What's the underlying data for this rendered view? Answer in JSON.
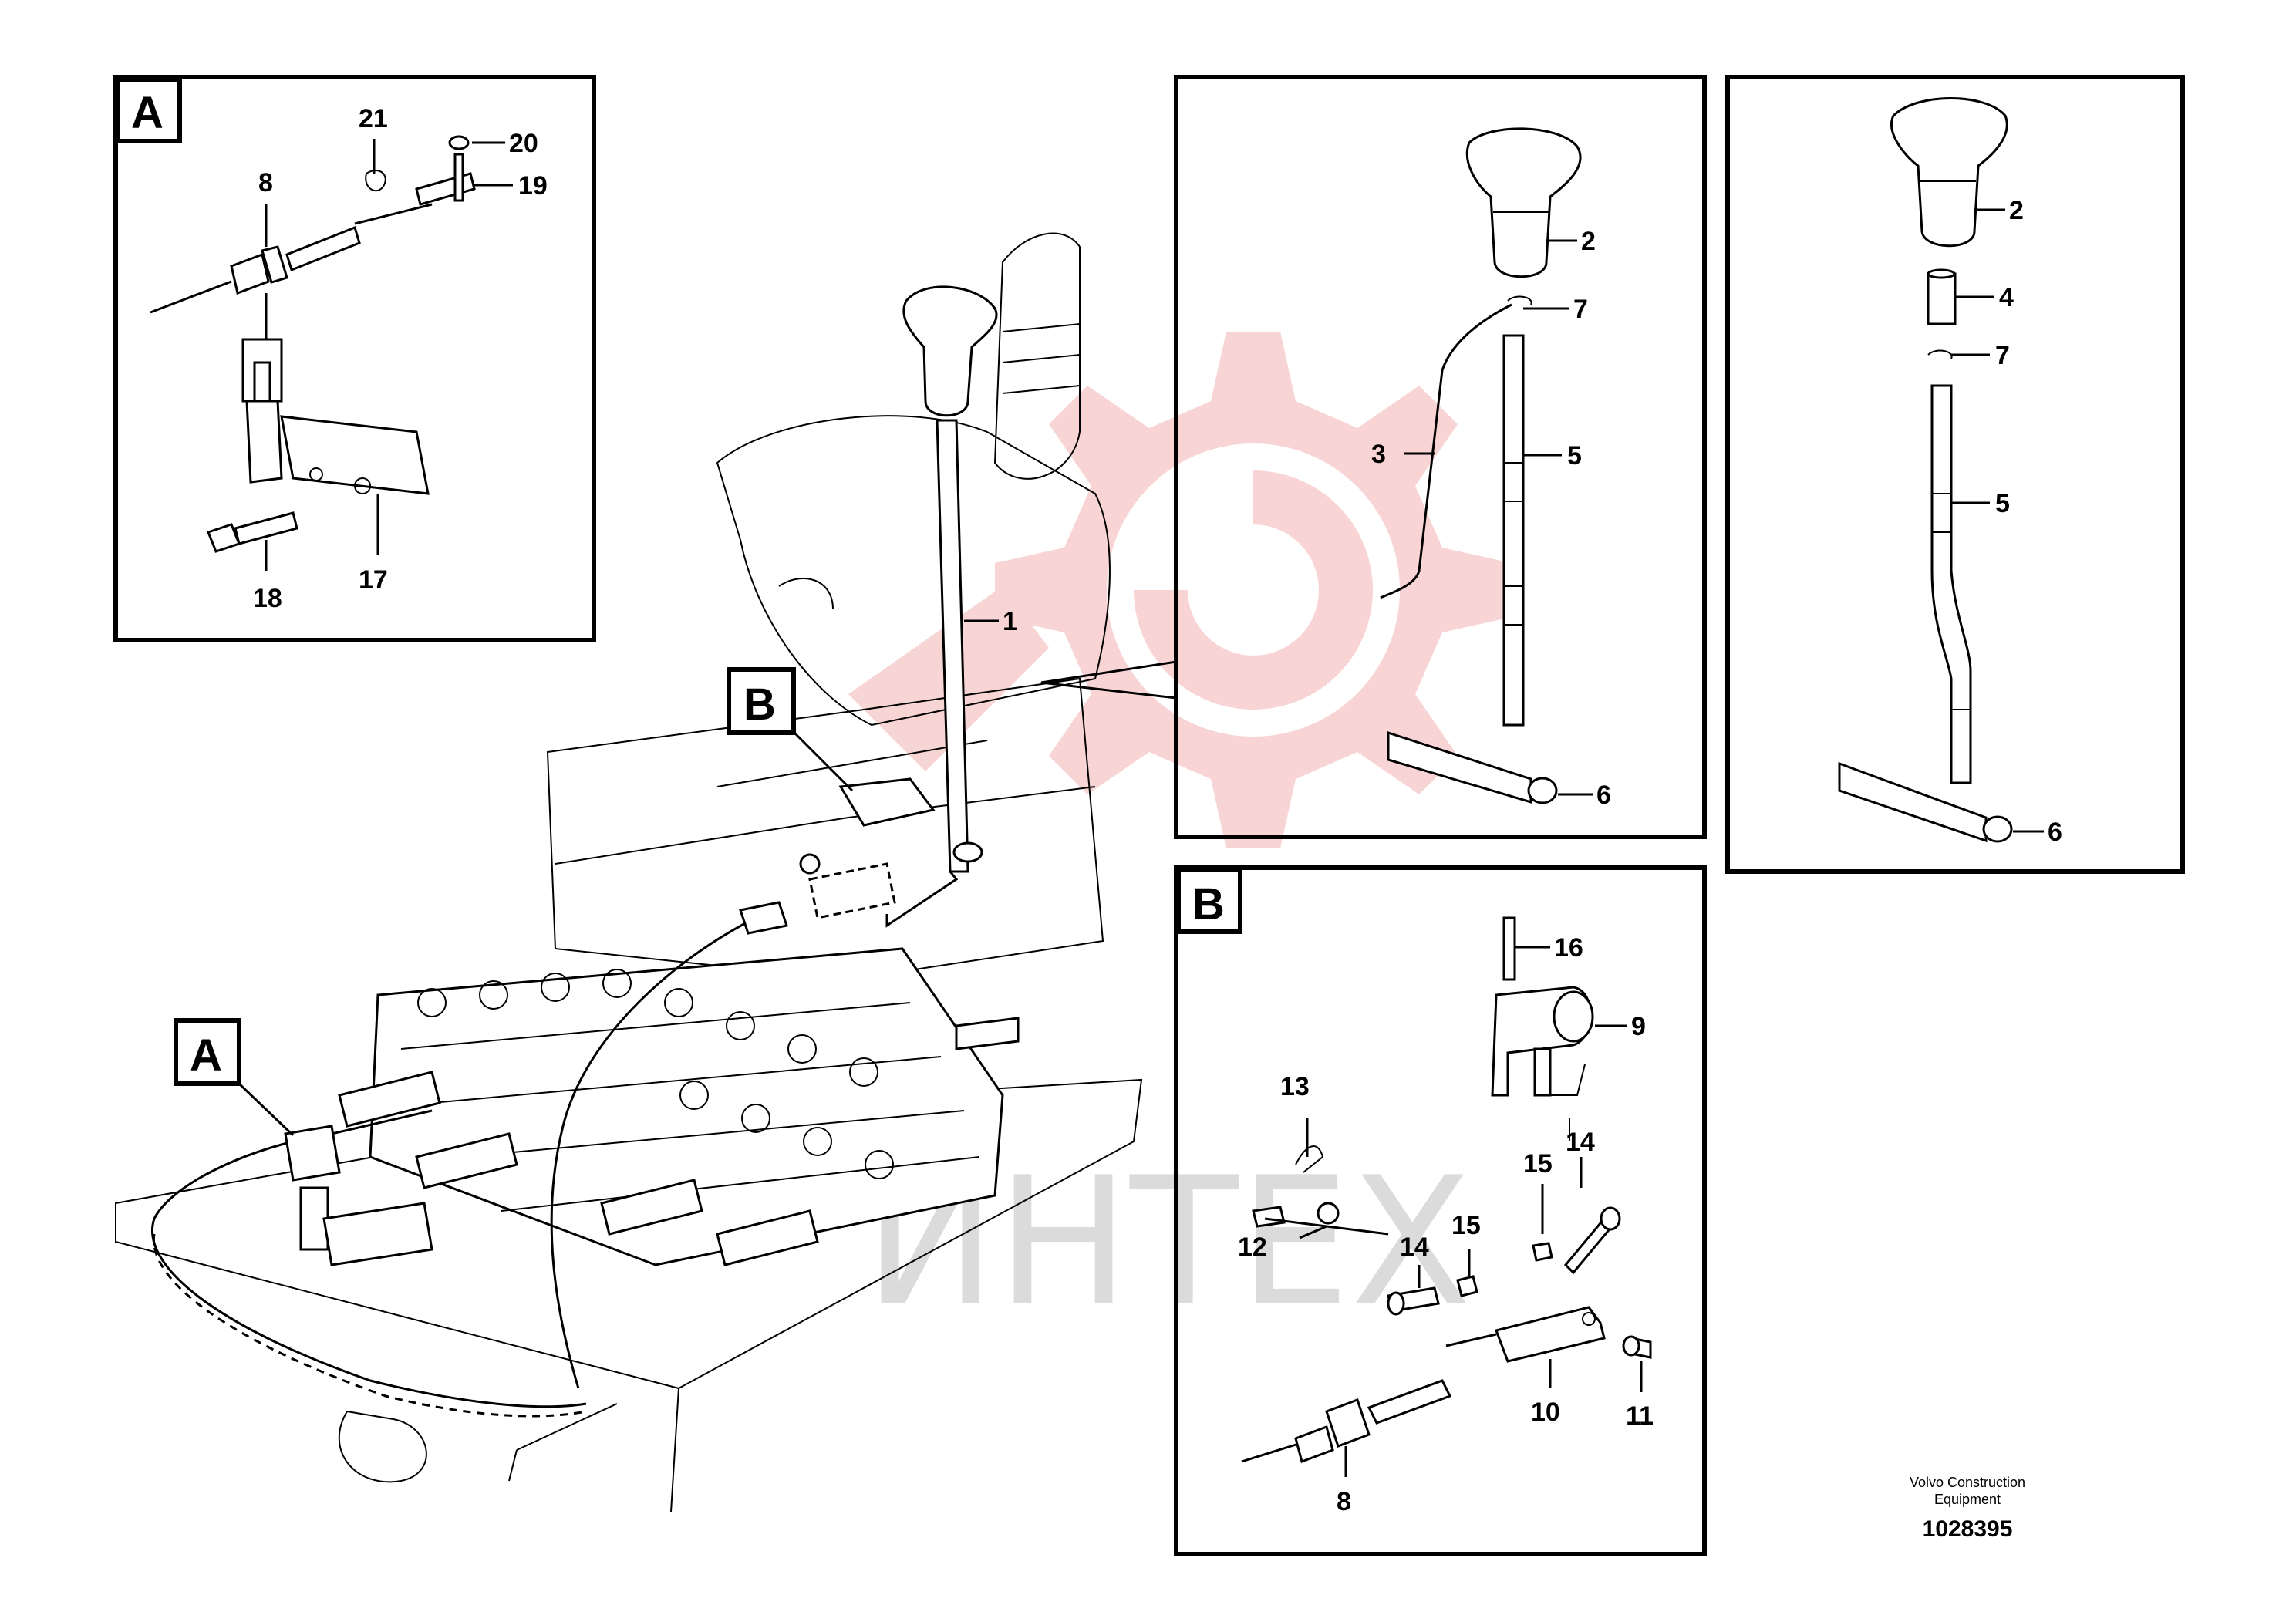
{
  "watermark": {
    "text": "ИНТЕХ",
    "gear_color": "#f3b2b2",
    "text_color": "#cfcfcf"
  },
  "detail_boxes": {
    "A": "A",
    "B": "B",
    "main_A": "A",
    "main_B": "B"
  },
  "callouts": {
    "box_a": {
      "c21": "21",
      "c20": "20",
      "c19": "19",
      "c8": "8",
      "c18": "18",
      "c17": "17"
    },
    "main": {
      "c1": "1"
    },
    "box_lever1": {
      "c2": "2",
      "c7": "7",
      "c3": "3",
      "c5": "5",
      "c6": "6"
    },
    "box_lever2": {
      "c2": "2",
      "c4": "4",
      "c7": "7",
      "c5": "5",
      "c6": "6"
    },
    "box_b": {
      "c16": "16",
      "c9": "9",
      "c13": "13",
      "c14a": "14",
      "c15a": "15",
      "c12": "12",
      "c14b": "14",
      "c15b": "15",
      "c10": "10",
      "c11": "11",
      "c8": "8"
    }
  },
  "footer": {
    "brand_line1": "Volvo Construction",
    "brand_line2": "Equipment",
    "doc_number": "1028395"
  }
}
